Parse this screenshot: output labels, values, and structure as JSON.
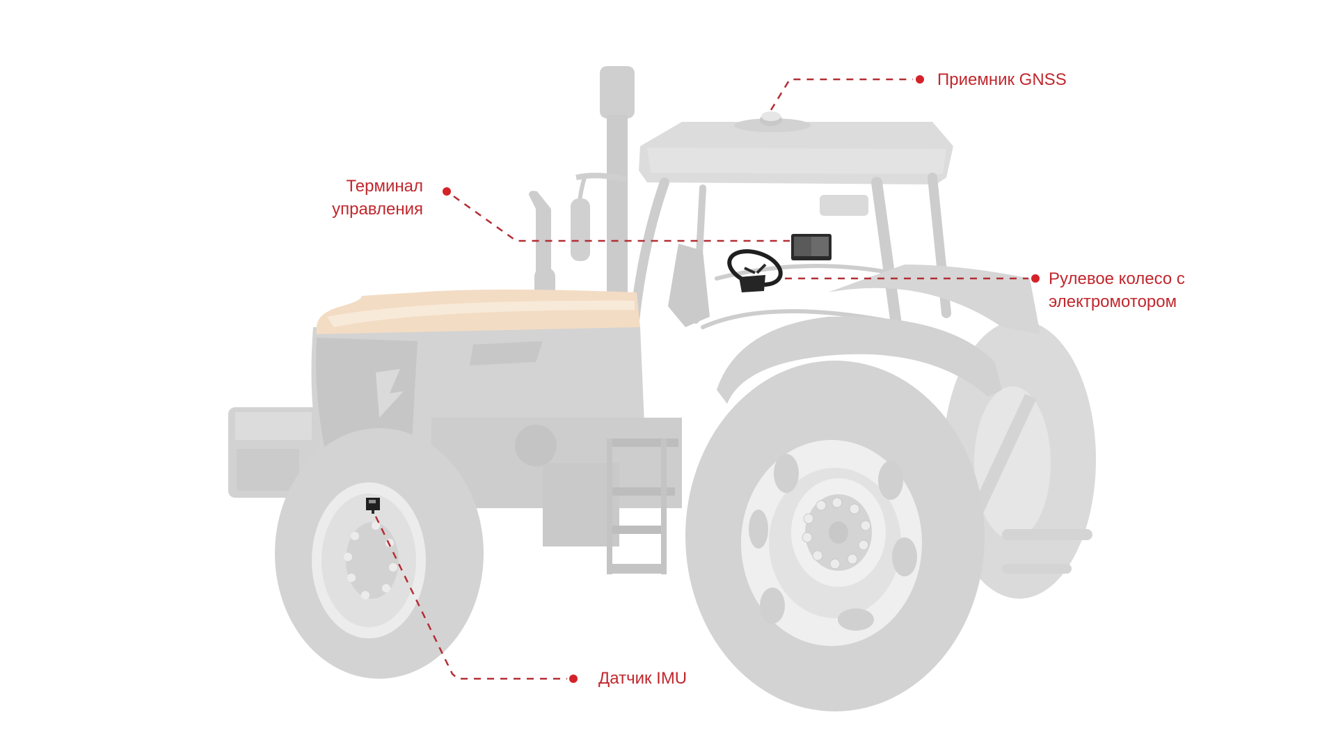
{
  "diagram": {
    "subject": "tractor",
    "accent_color": "#c0272d",
    "dot_color": "#d42229",
    "body_color": "#d9d9d9",
    "hood_color": "#f3dcc4",
    "callouts": [
      {
        "id": "gnss",
        "label": "Приемник GNSS",
        "lines": [
          "Приемник GNSS"
        ],
        "icon": "gnss-antenna"
      },
      {
        "id": "terminal",
        "label": "Терминал управления",
        "lines": [
          "Терминал",
          "управления"
        ],
        "icon": "display-terminal"
      },
      {
        "id": "steering",
        "label": "Рулевое колесо с электромотором",
        "lines": [
          "Рулевое колесо с",
          "электромотором"
        ],
        "icon": "steering-wheel"
      },
      {
        "id": "imu",
        "label": "Датчик IMU",
        "lines": [
          "Датчик IMU"
        ],
        "icon": "imu-sensor"
      }
    ]
  }
}
